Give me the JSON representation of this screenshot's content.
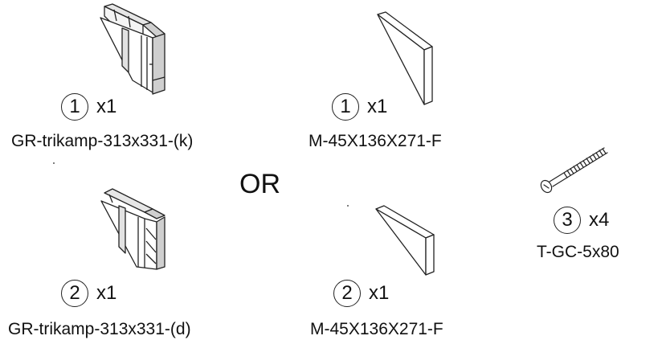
{
  "separator_text": "OR",
  "parts": [
    {
      "number": "1",
      "quantity": "x1",
      "code": "GR-trikamp-313x331-(k)"
    },
    {
      "number": "2",
      "quantity": "x1",
      "code": "GR-trikamp-313x331-(d)"
    },
    {
      "number": "1",
      "quantity": "x1",
      "code": "M-45X136X271-F"
    },
    {
      "number": "2",
      "quantity": "x1",
      "code": "M-45X136X271-F"
    },
    {
      "number": "3",
      "quantity": "x4",
      "code": "T-GC-5x80"
    }
  ]
}
